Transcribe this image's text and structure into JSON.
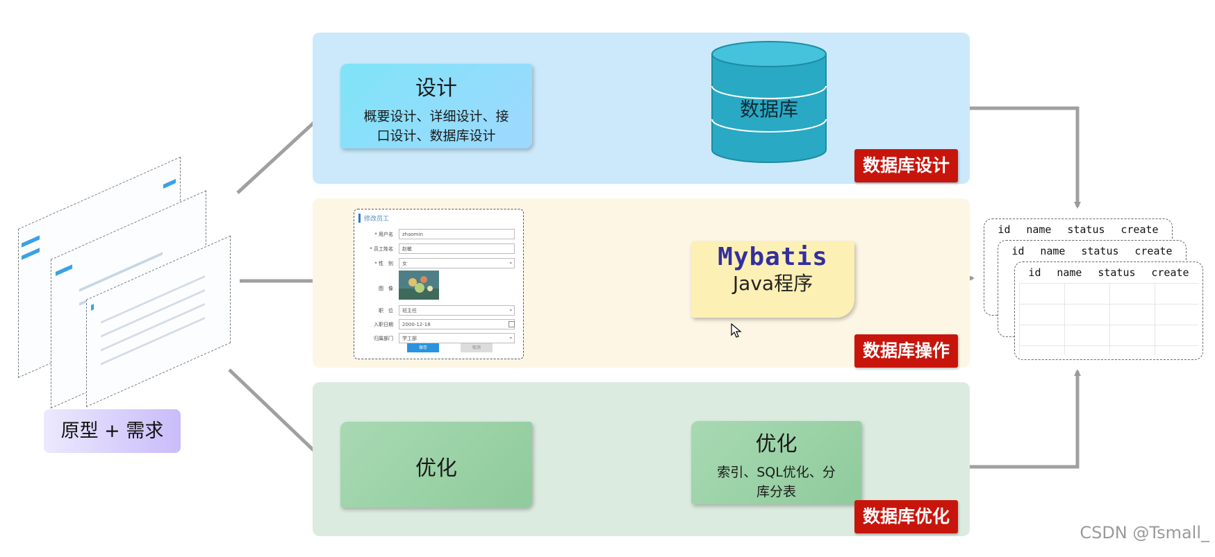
{
  "top": {
    "design_title": "设计",
    "design_desc_line1": "概要设计、详细设计、接",
    "design_desc_line2": "口设计、数据库设计",
    "db_label": "数据库",
    "tag": "数据库设计"
  },
  "middle": {
    "form": {
      "title": "修改员工",
      "rows": [
        {
          "label": "* 用户名",
          "value": "zhaomin"
        },
        {
          "label": "* 员工姓名",
          "value": "赵敏"
        },
        {
          "label": "* 性　别",
          "value": "女"
        },
        {
          "label": "图　像",
          "value": ""
        },
        {
          "label": "职　位",
          "value": "班主任"
        },
        {
          "label": "入职日期",
          "value": "2000-12-18"
        },
        {
          "label": "归属部门",
          "value": "学工部"
        }
      ],
      "save_label": "保存",
      "cancel_label": "取消"
    },
    "mybatis_logo": "Mybatis",
    "program_label": "Java程序",
    "tag": "数据库操作"
  },
  "bottom": {
    "left_title": "优化",
    "right_title": "优化",
    "right_desc_line1": "索引、SQL优化、分",
    "right_desc_line2": "库分表",
    "tag": "数据库优化"
  },
  "tables": {
    "columns": [
      "id",
      "name",
      "status",
      "create"
    ]
  },
  "prototype_label": "原型 + 需求",
  "watermark": "CSDN @Tsmall_",
  "colors": {
    "band_blue": "#cbe9fb",
    "band_cream": "#fdf6e4",
    "band_green": "#dcebe0",
    "tag_red": "#c8150c",
    "arrow_gray": "#9a9a9a",
    "cylinder": "#2aa9c4"
  }
}
